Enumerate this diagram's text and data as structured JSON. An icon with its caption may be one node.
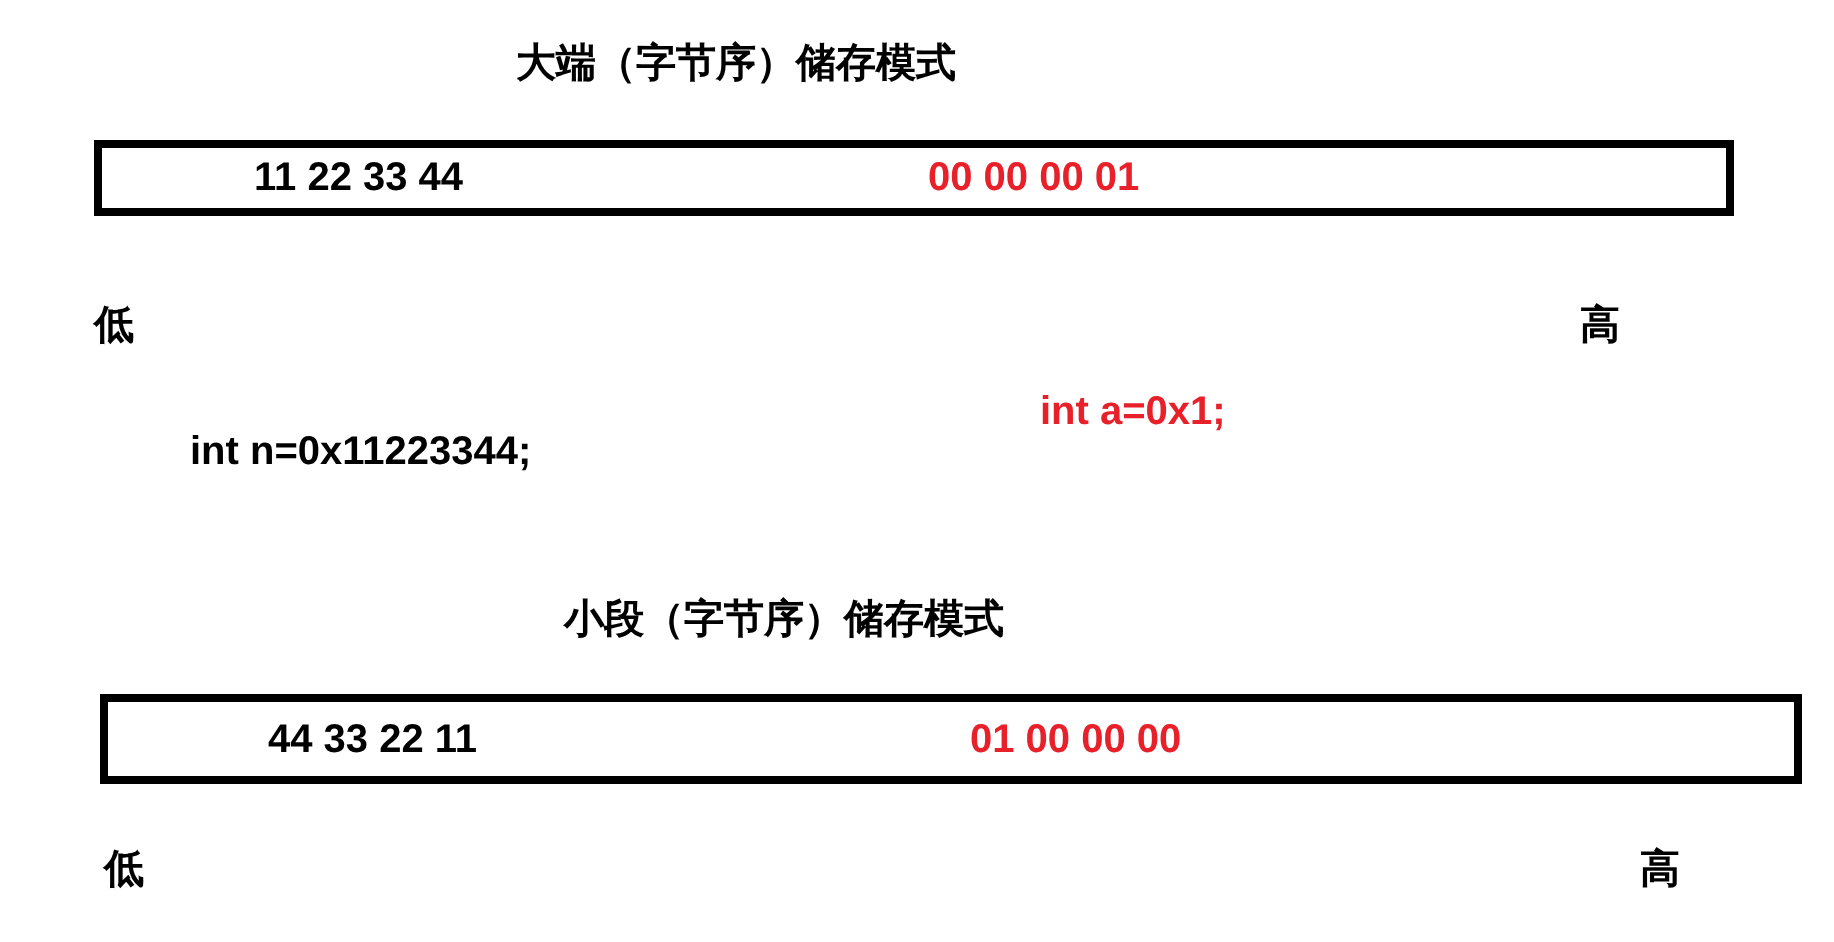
{
  "diagram": {
    "nodes": [
      {
        "text": [
          "11 22 33 44",
          "00 00 00 01"
        ]
      },
      {
        "text": [
          "44 33 22 11",
          "01 00 00 00"
        ]
      }
    ],
    "labels": [
      "大端（字节序）储存模式",
      "低",
      "高",
      "int a=0x1;",
      "int n=0x11223344;",
      "小段（字节序）储存模式",
      "低",
      "高"
    ]
  }
}
